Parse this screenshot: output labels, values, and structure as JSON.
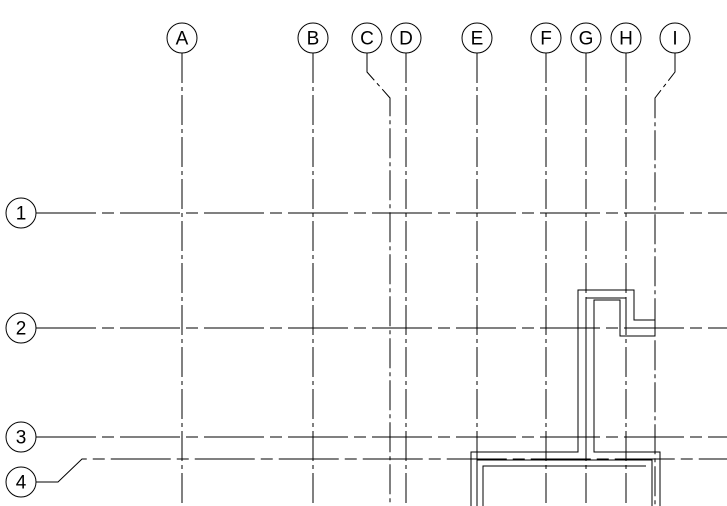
{
  "grid": {
    "column_labels": [
      "A",
      "B",
      "C",
      "D",
      "E",
      "F",
      "G",
      "H",
      "I"
    ],
    "row_labels": [
      "1",
      "2",
      "3",
      "4"
    ]
  }
}
